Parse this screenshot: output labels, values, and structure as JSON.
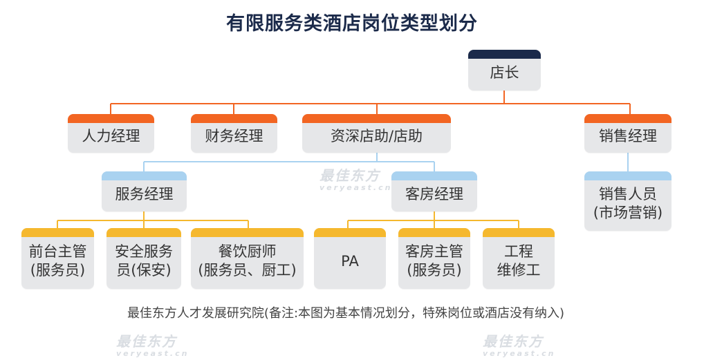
{
  "title": "有限服务类酒店岗位类型划分",
  "footnote": "最佳东方人才发展研究院(备注:本图为基本情况划分，特殊岗位或酒店没有纳入)",
  "watermark": {
    "brand": "最佳东方",
    "domain": "veryeast.cn"
  },
  "colors": {
    "navy": "#1b2a4a",
    "orange": "#f26522",
    "blue": "#a9d2f0",
    "yellow": "#f5b82e",
    "node_bg": "#e6e7e9"
  },
  "nodes": {
    "store_manager": "店长",
    "hr_manager": "人力经理",
    "finance_manager": "财务经理",
    "assistant_manager": "资深店助/店助",
    "sales_manager": "销售经理",
    "service_manager": "服务经理",
    "housekeeping_manager": "客房经理",
    "sales_staff": "销售人员\n(市场营销)",
    "front_desk": "前台主管\n(服务员)",
    "security": "安全服务\n员(保安)",
    "kitchen": "餐饮厨师\n(服务员、厨工)",
    "pa": "PA",
    "housekeeping_supervisor": "客房主管\n(服务员)",
    "engineering": "工程\n维修工"
  }
}
